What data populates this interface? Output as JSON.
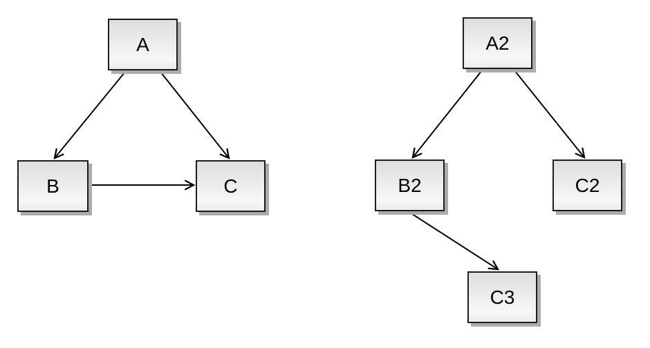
{
  "canvas": {
    "background": "#ffffff"
  },
  "node_style": {
    "fill_top": "#dedede",
    "fill_bottom": "#f7f7f7",
    "border_color": "#1c1c1c",
    "shadow_color": "#ababab",
    "text_color": "#000000",
    "edge_color": "#000000"
  },
  "diagrams": [
    {
      "name": "triangle-graph",
      "nodes": [
        {
          "id": "A",
          "label": "A"
        },
        {
          "id": "B",
          "label": "B"
        },
        {
          "id": "C",
          "label": "C"
        }
      ],
      "edges": [
        {
          "from": "A",
          "to": "B"
        },
        {
          "from": "A",
          "to": "C"
        },
        {
          "from": "B",
          "to": "C"
        }
      ]
    },
    {
      "name": "tree-graph",
      "nodes": [
        {
          "id": "A2",
          "label": "A2"
        },
        {
          "id": "B2",
          "label": "B2"
        },
        {
          "id": "C2",
          "label": "C2"
        },
        {
          "id": "C3",
          "label": "C3"
        }
      ],
      "edges": [
        {
          "from": "A2",
          "to": "B2"
        },
        {
          "from": "A2",
          "to": "C2"
        },
        {
          "from": "B2",
          "to": "C3"
        }
      ]
    }
  ]
}
